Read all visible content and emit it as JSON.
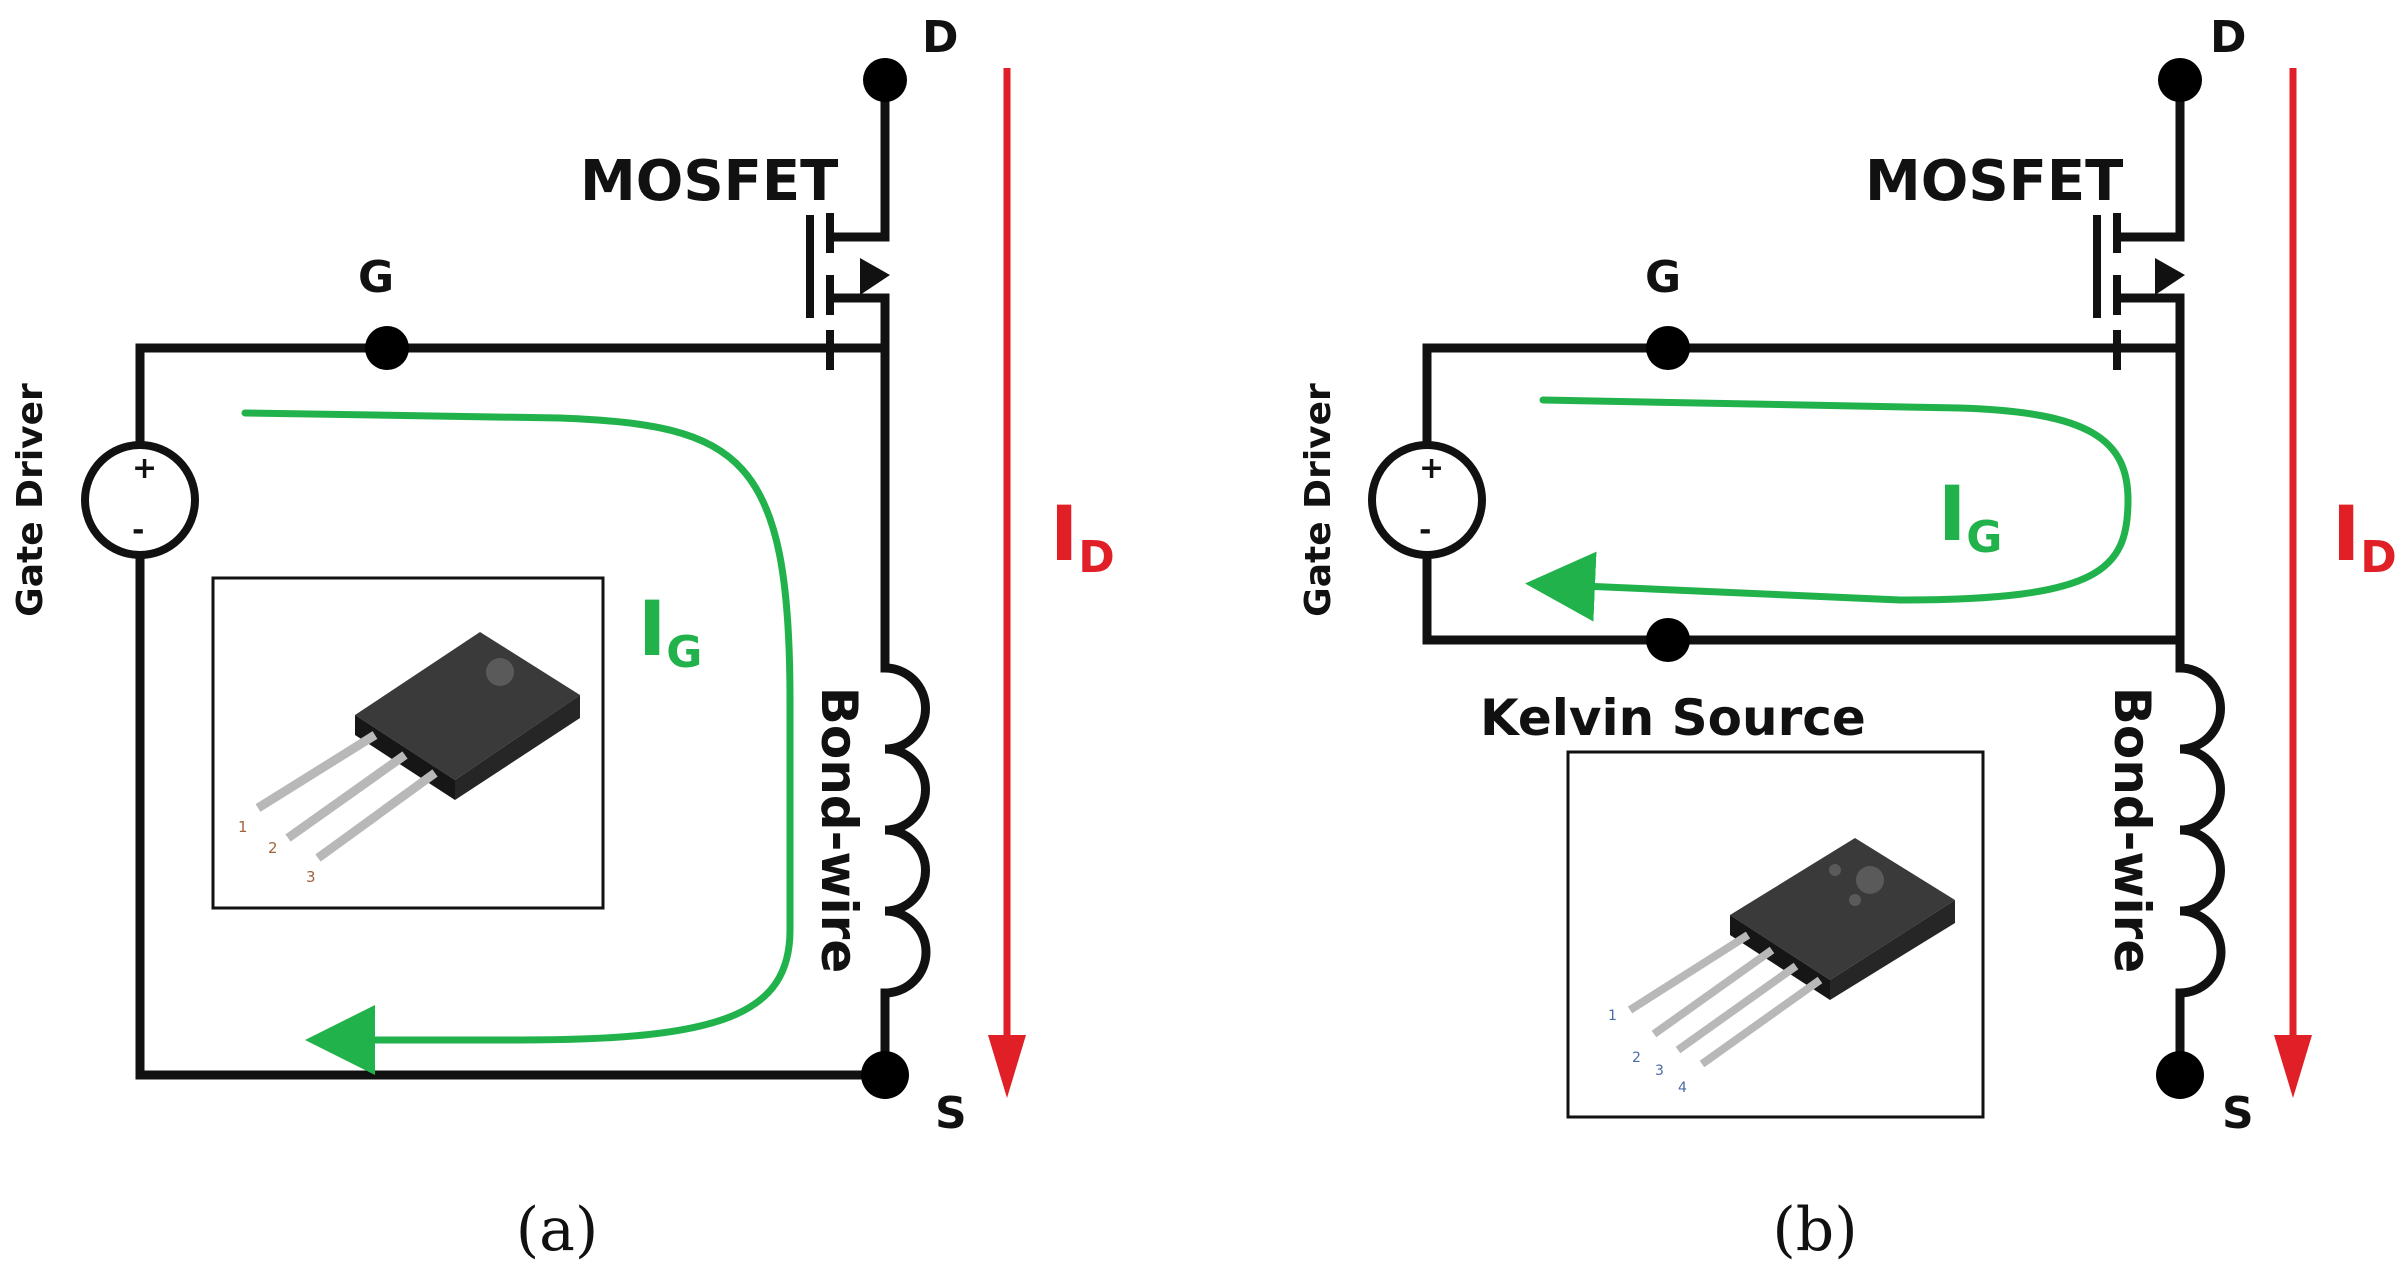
{
  "panels": [
    {
      "caption": "(a)",
      "terminal_drain": "D",
      "terminal_gate": "G",
      "terminal_source": "S",
      "device_label": "MOSFET",
      "driver_label": "Gate Driver",
      "driver_plus": "+",
      "driver_minus": "-",
      "inductor_label": "Bond-wire",
      "gate_current": {
        "main": "I",
        "sub": "G"
      },
      "drain_current": {
        "main": "I",
        "sub": "D"
      },
      "package_pins": [
        "1",
        "2",
        "3"
      ]
    },
    {
      "caption": "(b)",
      "terminal_drain": "D",
      "terminal_gate": "G",
      "terminal_source": "S",
      "device_label": "MOSFET",
      "driver_label": "Gate Driver",
      "driver_plus": "+",
      "driver_minus": "-",
      "inductor_label": "Bond-wire",
      "kelvin_label": "Kelvin Source",
      "gate_current": {
        "main": "I",
        "sub": "G"
      },
      "drain_current": {
        "main": "I",
        "sub": "D"
      },
      "package_pins": [
        "1",
        "2",
        "3",
        "4"
      ]
    }
  ],
  "colors": {
    "gate_loop": "#22b24c",
    "drain_current": "#e01f26",
    "wire": "#111111"
  }
}
